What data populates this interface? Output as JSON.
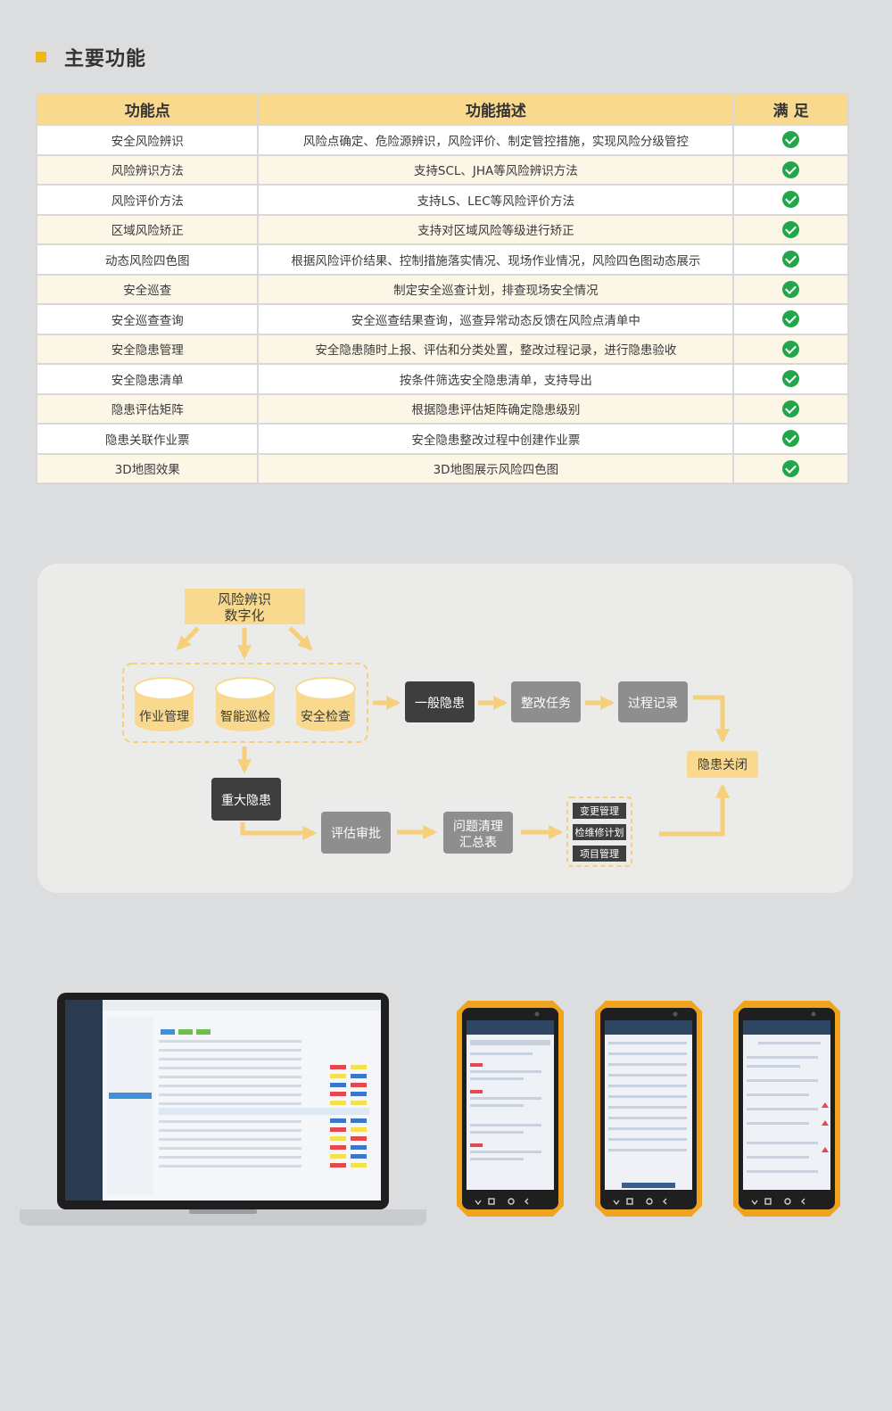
{
  "section": {
    "title": "主要功能"
  },
  "table": {
    "headers": [
      "功能点",
      "功能描述",
      "满 足"
    ],
    "rows": [
      {
        "feature": "安全风险辨识",
        "description": "风险点确定、危险源辨识，风险评价、制定管控措施，实现风险分级管控",
        "satisfied": true
      },
      {
        "feature": "风险辨识方法",
        "description": "支持SCL、JHA等风险辨识方法",
        "satisfied": true
      },
      {
        "feature": "风险评价方法",
        "description": "支持LS、LEC等风险评价方法",
        "satisfied": true
      },
      {
        "feature": "区域风险矫正",
        "description": "支持对区域风险等级进行矫正",
        "satisfied": true
      },
      {
        "feature": "动态风险四色图",
        "description": "根据风险评价结果、控制措施落实情况、现场作业情况，风险四色图动态展示",
        "satisfied": true
      },
      {
        "feature": "安全巡查",
        "description": "制定安全巡查计划，排查现场安全情况",
        "satisfied": true
      },
      {
        "feature": "安全巡查查询",
        "description": "安全巡查结果查询，巡查异常动态反馈在风险点清单中",
        "satisfied": true
      },
      {
        "feature": "安全隐患管理",
        "description": "安全隐患随时上报、评估和分类处置，整改过程记录，进行隐患验收",
        "satisfied": true
      },
      {
        "feature": "安全隐患清单",
        "description": "按条件筛选安全隐患清单，支持导出",
        "satisfied": true
      },
      {
        "feature": "隐患评估矩阵",
        "description": "根据隐患评估矩阵确定隐患级别",
        "satisfied": true
      },
      {
        "feature": "隐患关联作业票",
        "description": "安全隐患整改过程中创建作业票",
        "satisfied": true
      },
      {
        "feature": "3D地图效果",
        "description": "3D地图展示风险四色图",
        "satisfied": true
      }
    ]
  },
  "flow": {
    "top_box": [
      "风险辨识",
      "数字化"
    ],
    "cylinders": [
      "作业管理",
      "智能巡检",
      "安全检查"
    ],
    "general_hazard": "一般隐患",
    "rectify_task": "整改任务",
    "process_record": "过程记录",
    "hazard_close": "隐患关闭",
    "major_hazard": "重大隐患",
    "assess_approve": "评估审批",
    "issue_list": [
      "问题清理",
      "汇总表"
    ],
    "right_stack": [
      "变更管理",
      "检维修计划",
      "项目管理"
    ]
  },
  "colors": {
    "accent": "#f1b51f",
    "header_bg": "#f8d98e",
    "check_green": "#22a64a",
    "flow_yellow": "#f8d98e",
    "flow_dark": "#3e3e3e",
    "flow_gray": "#8e8e8e",
    "phone_orange": "#f0a31e"
  },
  "icons": {
    "check": "check-circle-icon",
    "marker": "square-marker-icon"
  }
}
